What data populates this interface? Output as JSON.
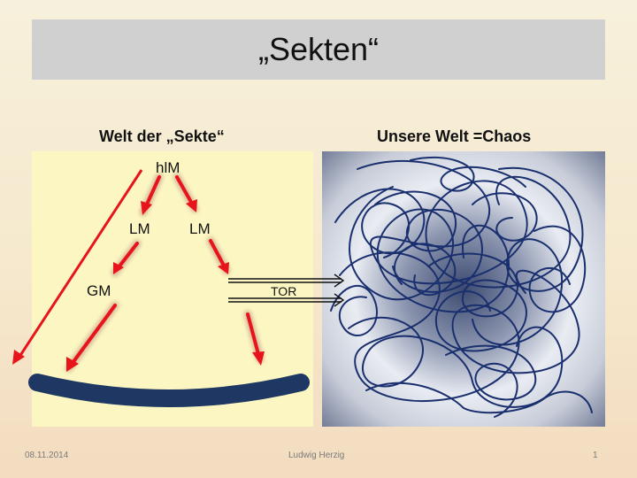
{
  "slide": {
    "title": "„Sekten“",
    "left_heading": "Welt der „Sekte“",
    "right_heading": "Unsere Welt =Chaos"
  },
  "diagram": {
    "node_top": "hlM",
    "node_mid_left": "LM",
    "node_mid_right": "LM",
    "node_bottom_left": "GM",
    "exit_label": "TOR"
  },
  "colors": {
    "arrow_red": "#e8141b",
    "bar_navy": "#1f3863",
    "scribble_navy": "#1a2f6e"
  },
  "footer": {
    "date": "08.11.2014",
    "author": "Ludwig Herzig",
    "page_number": "1"
  }
}
